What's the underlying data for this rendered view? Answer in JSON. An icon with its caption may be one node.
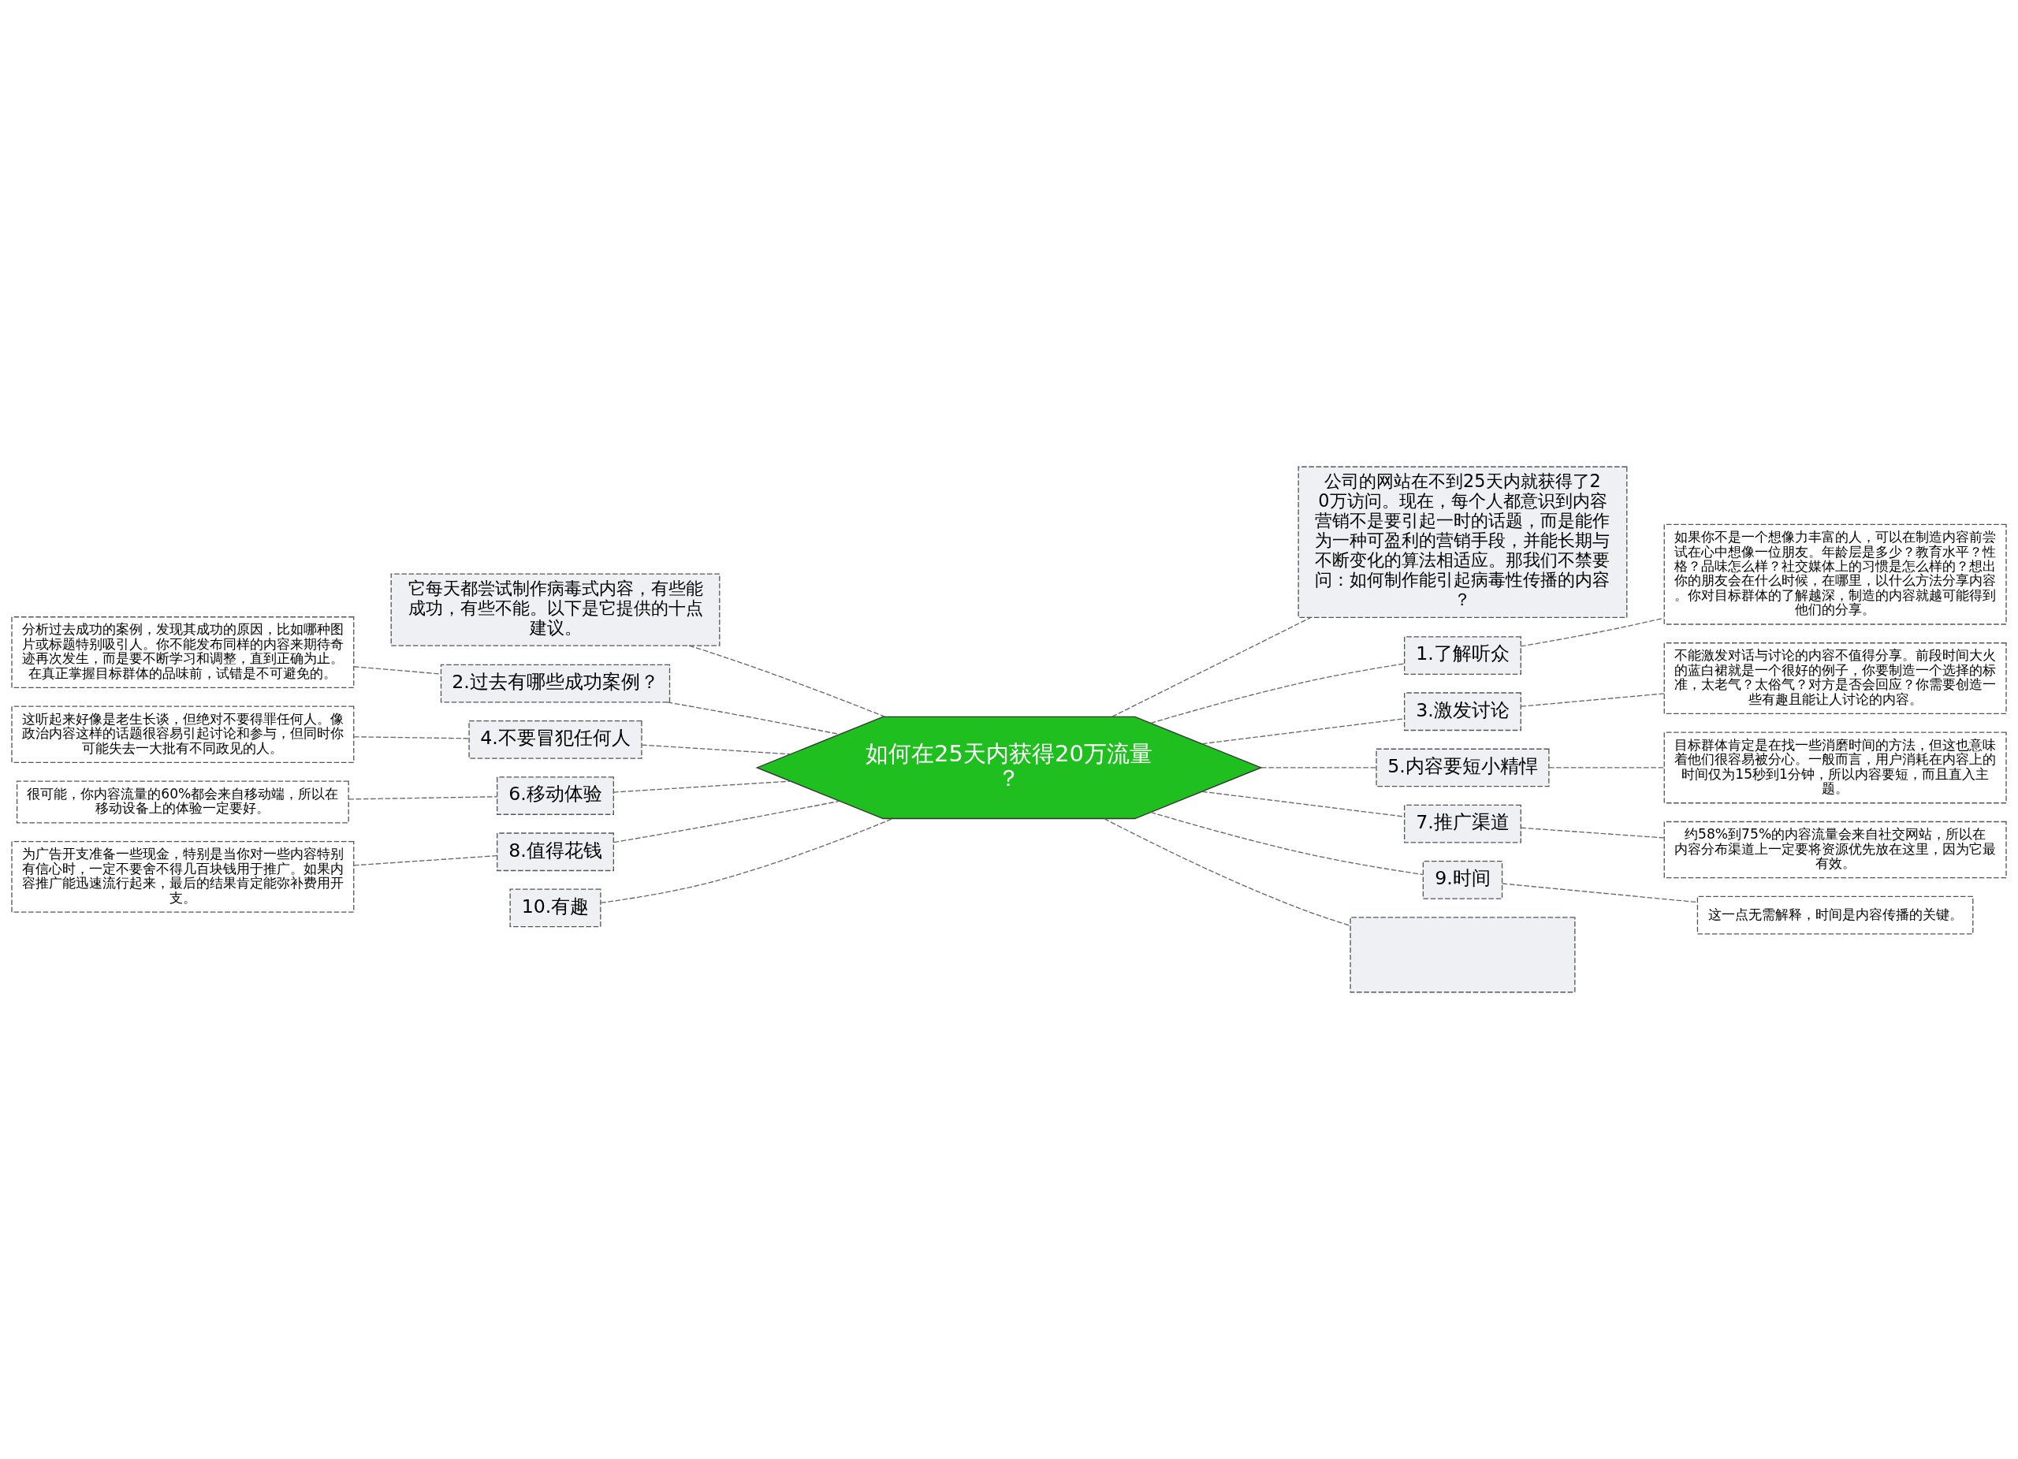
{
  "diagram": {
    "nodes": [
      {
        "text": [
          "如何在25天内获得20万流量？"
        ]
      },
      {
        "text": [
          "公司的网站在不到25天内就获得了20万访问。现在，每个人都意识到内容营销不是要引起一时的话题，而是能作为一种可盈利的营销手段，并能长期与不断变化的算法相适应。那我们不禁要问：如何制作能引起病毒性传播的内容？"
        ]
      },
      {
        "text": [
          "它每天都尝试制作病毒式内容，有些能成功，有些不能。以下是它提供的十点建议。"
        ]
      },
      {
        "text": [
          "1.了解听众"
        ]
      },
      {
        "text": [
          "如果你不是一个想像力丰富的人，可以在制造内容前尝试在心中想像一位朋友。年龄层是多少？教育水平？性格？品味怎么样？社交媒体上的习惯是怎么样的？想出你的朋友会在什么时候，在哪里，以什么方法分享内容。你对目标群体的了解越深，制造的内容就越可能得到他们的分享。"
        ]
      },
      {
        "text": [
          "2.过去有哪些成功案例？"
        ]
      },
      {
        "text": [
          "分析过去成功的案例，发现其成功的原因，比如哪种图片或标题特别吸引人。你不能发布同样的内容来期待奇迹再次发生，而是要不断学习和调整，直到正确为止。在真正掌握目标群体的品味前，试错是不可避免的。"
        ]
      },
      {
        "text": [
          "3.激发讨论"
        ]
      },
      {
        "text": [
          "不能激发对话与讨论的内容不值得分享。前段时间大火的蓝白裙就是一个很好的例子，你要制造一个选择的标准，太老气？太俗气？对方是否会回应？你需要创造一些有趣且能让人讨论的内容。"
        ]
      },
      {
        "text": [
          "4.不要冒犯任何人"
        ]
      },
      {
        "text": [
          "这听起来好像是老生长谈，但绝对不要得罪任何人。像政治内容这样的话题很容易引起讨论和参与，但同时你可能失去一大批有不同政见的人。"
        ]
      },
      {
        "text": [
          "5.内容要短小精悍"
        ]
      },
      {
        "text": [
          "目标群体肯定是在找一些消磨时间的方法，但这也意味着他们很容易被分心。一般而言，用户消耗在内容上的时间仅为15秒到1分钟，所以内容要短，而且直入主题。"
        ]
      },
      {
        "text": [
          "6.移动体验"
        ]
      },
      {
        "text": [
          "很可能，你内容流量的60%都会来自移动端，所以在移动设备上的体验一定要好。"
        ]
      },
      {
        "text": [
          "7.推广渠道"
        ]
      },
      {
        "text": [
          "约58%到75%的内容流量会来自社交网站，所以在内容分布渠道上一定要将资源优先放在这里，因为它最有效。"
        ]
      },
      {
        "text": [
          "8.值得花钱"
        ]
      },
      {
        "text": [
          "为广告开支准备一些现金，特别是当你对一些内容特别有信心时，一定不要舍不得几百块钱用于推广。如果内容推广能迅速流行起来，最后的结果肯定能弥补费用开支。"
        ]
      },
      {
        "text": [
          "9.时间"
        ]
      },
      {
        "text": [
          "这一点无需解释，时间是内容传播的关键。"
        ]
      },
      {
        "text": [
          "10.有趣"
        ]
      },
      {
        "text": [],
        "shape": "box"
      }
    ],
    "edges": [
      {
        "from": 0,
        "to": 1,
        "arrow": "none",
        "style": "dashed"
      },
      {
        "from": 0,
        "to": 2,
        "arrow": "none",
        "style": "dashed"
      },
      {
        "from": 0,
        "to": 3,
        "arrow": "none",
        "style": "dashed"
      },
      {
        "from": 3,
        "to": 4,
        "arrow": "none",
        "style": "dashed"
      },
      {
        "from": 0,
        "to": 5,
        "arrow": "none",
        "style": "dashed"
      },
      {
        "from": 5,
        "to": 6,
        "arrow": "none",
        "style": "dashed"
      },
      {
        "from": 0,
        "to": 7,
        "arrow": "none",
        "style": "dashed"
      },
      {
        "from": 7,
        "to": 8,
        "arrow": "none",
        "style": "dashed"
      },
      {
        "from": 0,
        "to": 9,
        "arrow": "none",
        "style": "dashed"
      },
      {
        "from": 9,
        "to": 10,
        "arrow": "none",
        "style": "dashed"
      },
      {
        "from": 0,
        "to": 11,
        "arrow": "none",
        "style": "dashed"
      },
      {
        "from": 11,
        "to": 12,
        "arrow": "none",
        "style": "dashed"
      },
      {
        "from": 0,
        "to": 13,
        "arrow": "none",
        "style": "dashed"
      },
      {
        "from": 13,
        "to": 14,
        "arrow": "none",
        "style": "dashed"
      },
      {
        "from": 0,
        "to": 15,
        "arrow": "none",
        "style": "dashed"
      },
      {
        "from": 15,
        "to": 16,
        "arrow": "none",
        "style": "dashed"
      },
      {
        "from": 0,
        "to": 17,
        "arrow": "none",
        "style": "dashed"
      },
      {
        "from": 17,
        "to": 18,
        "arrow": "none",
        "style": "dashed"
      },
      {
        "from": 0,
        "to": 19,
        "arrow": "none",
        "style": "dashed"
      },
      {
        "from": 19,
        "to": 20,
        "arrow": "none",
        "style": "dashed"
      },
      {
        "from": 0,
        "to": 21,
        "arrow": "none",
        "style": "dashed"
      },
      {
        "from": 0,
        "to": 22,
        "arrow": "none",
        "style": "dashed"
      }
    ]
  }
}
